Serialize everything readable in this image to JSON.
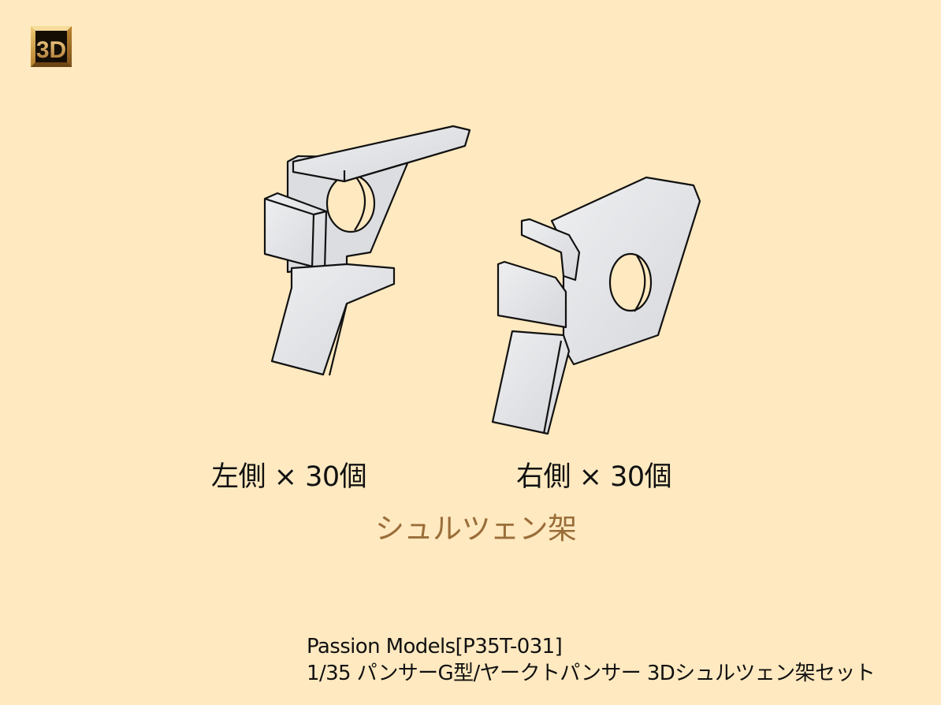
{
  "badge": {
    "text": "3D",
    "colors": {
      "frame": "#c9963f",
      "inner": "#1a1208",
      "text": "#d9a858"
    }
  },
  "parts": {
    "left": {
      "label": "左側 × 30個"
    },
    "right": {
      "label": "右側 × 30個"
    }
  },
  "title": "シュルツェン架",
  "footer": {
    "line1": "Passion Models[P35T-031]",
    "line2": "1/35 パンサーG型/ヤークトパンサー 3Dシュルツェン架セット"
  },
  "colors": {
    "background": "#ffe9c0",
    "part_fill": "#e2e3e6",
    "part_outline": "#111111",
    "title_text": "#9a6d38"
  }
}
